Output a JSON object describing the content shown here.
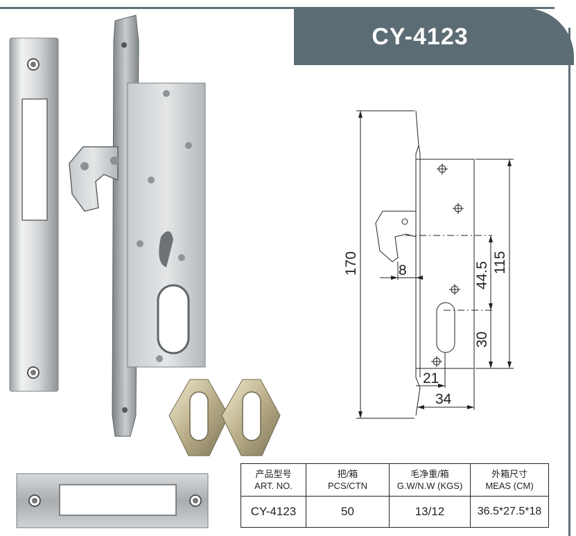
{
  "title": "CY-4123",
  "dimensions": {
    "height_total": "170",
    "latch_offset": "8",
    "upper_span": "44.5",
    "center_span": "115",
    "cylinder_span": "30",
    "backset_small": "21",
    "backset": "34"
  },
  "table": {
    "headers": [
      {
        "cn": "产品型号",
        "en": "ART. NO."
      },
      {
        "cn": "把/箱",
        "en": "PCS/CTN"
      },
      {
        "cn": "毛净重/箱",
        "en": "G.W/N.W (KGS)"
      },
      {
        "cn": "外箱尺寸",
        "en": "MEAS (CM)"
      }
    ],
    "row": [
      "CY-4123",
      "50",
      "13/12",
      "36.5*27.5*18"
    ]
  },
  "colors": {
    "header_tab": "#5c6c75",
    "frame": "#5f6f78"
  }
}
